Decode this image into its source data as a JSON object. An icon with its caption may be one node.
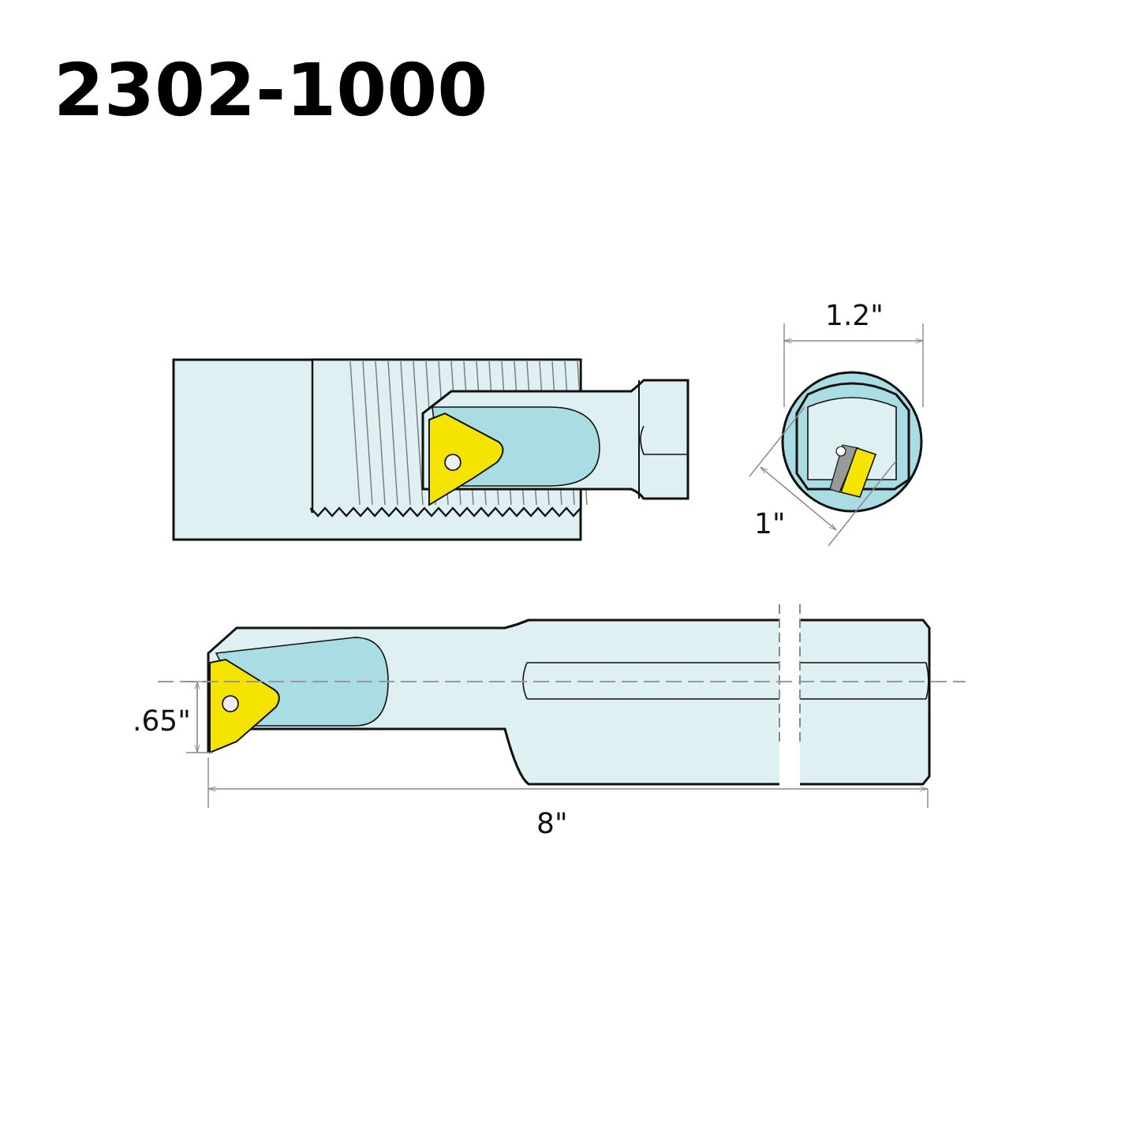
{
  "diagram": {
    "title": "2302-1000",
    "labels": [
      "1.2\"",
      "1\"",
      ".65\"",
      "8\""
    ]
  }
}
